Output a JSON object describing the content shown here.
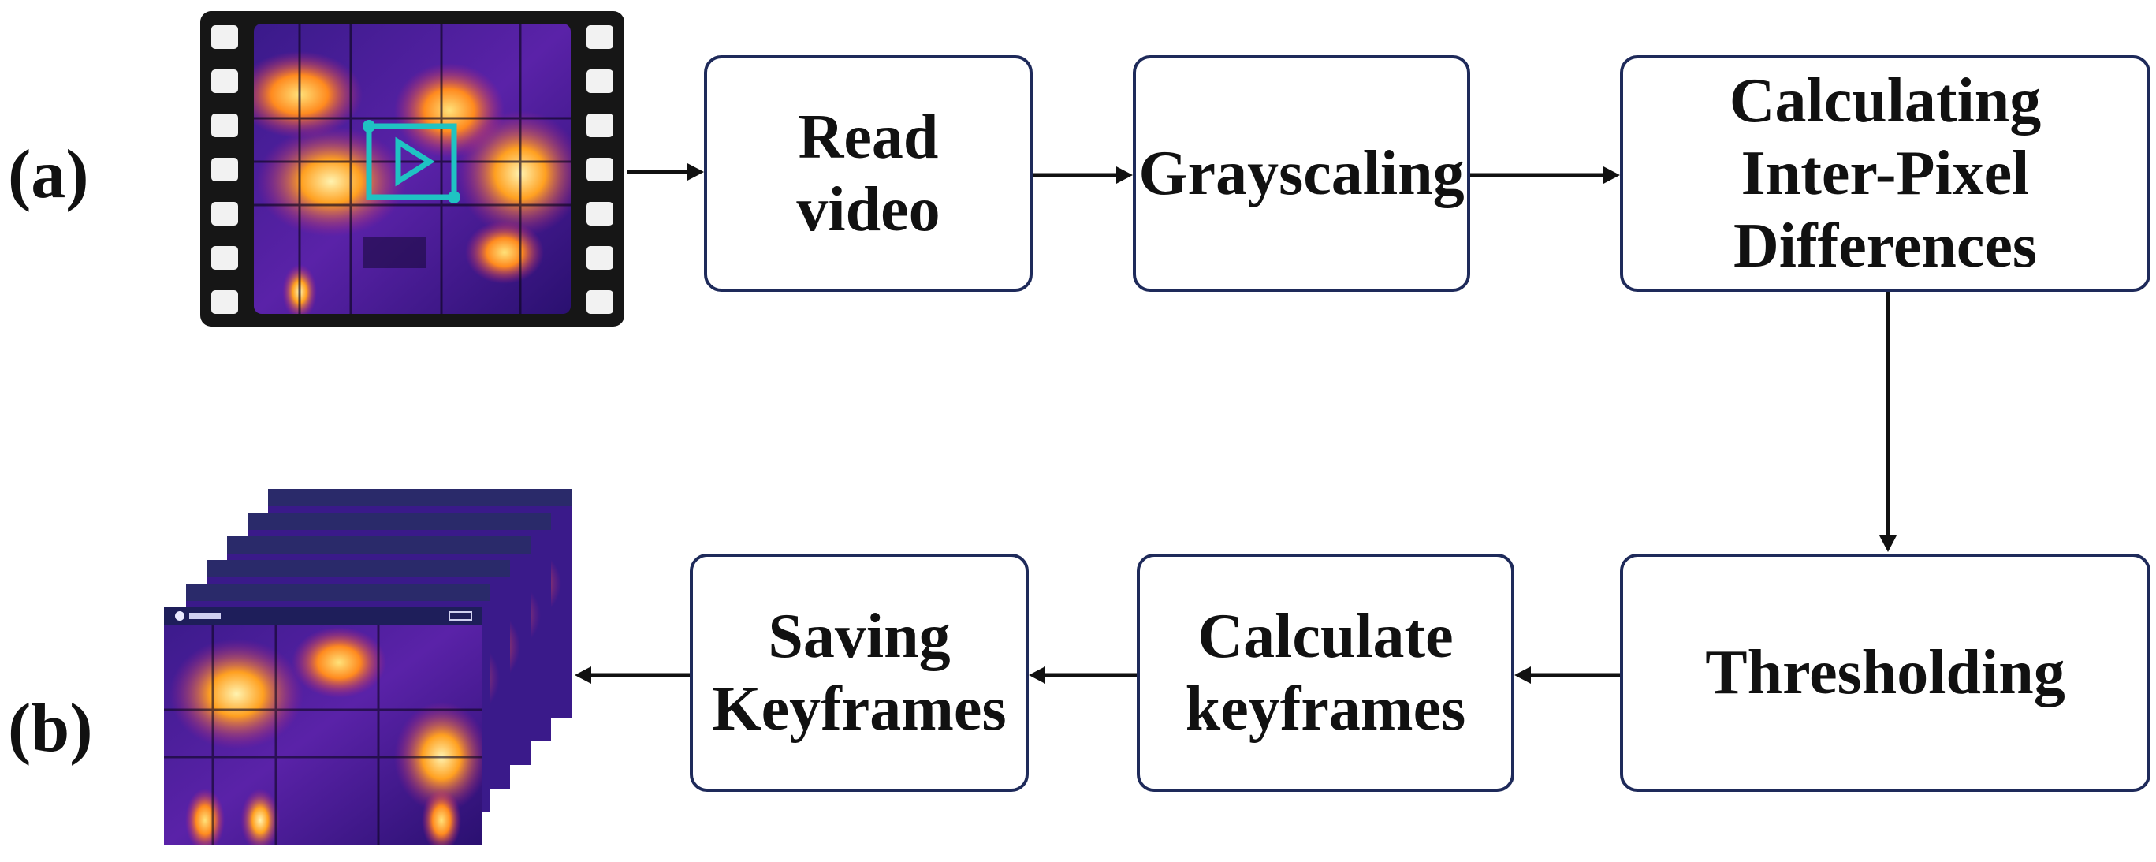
{
  "labels": {
    "a": "(a)",
    "b": "(b)"
  },
  "steps": {
    "read_video": "Read\nvideo",
    "grayscaling": "Grayscaling",
    "calc_diff": "Calculating\nInter-Pixel\nDifferences",
    "thresholding": "Thresholding",
    "calc_keyframes": "Calculate\nkeyframes",
    "saving_keyframes": "Saving\nKeyframes"
  },
  "colors": {
    "box_border": "#1e2a5a",
    "arrow": "#111111",
    "film": "#161616",
    "play_icon": "#1fc3c3"
  },
  "icons": [
    "film-strip-icon",
    "play-icon",
    "keyframe-stack-icon"
  ]
}
